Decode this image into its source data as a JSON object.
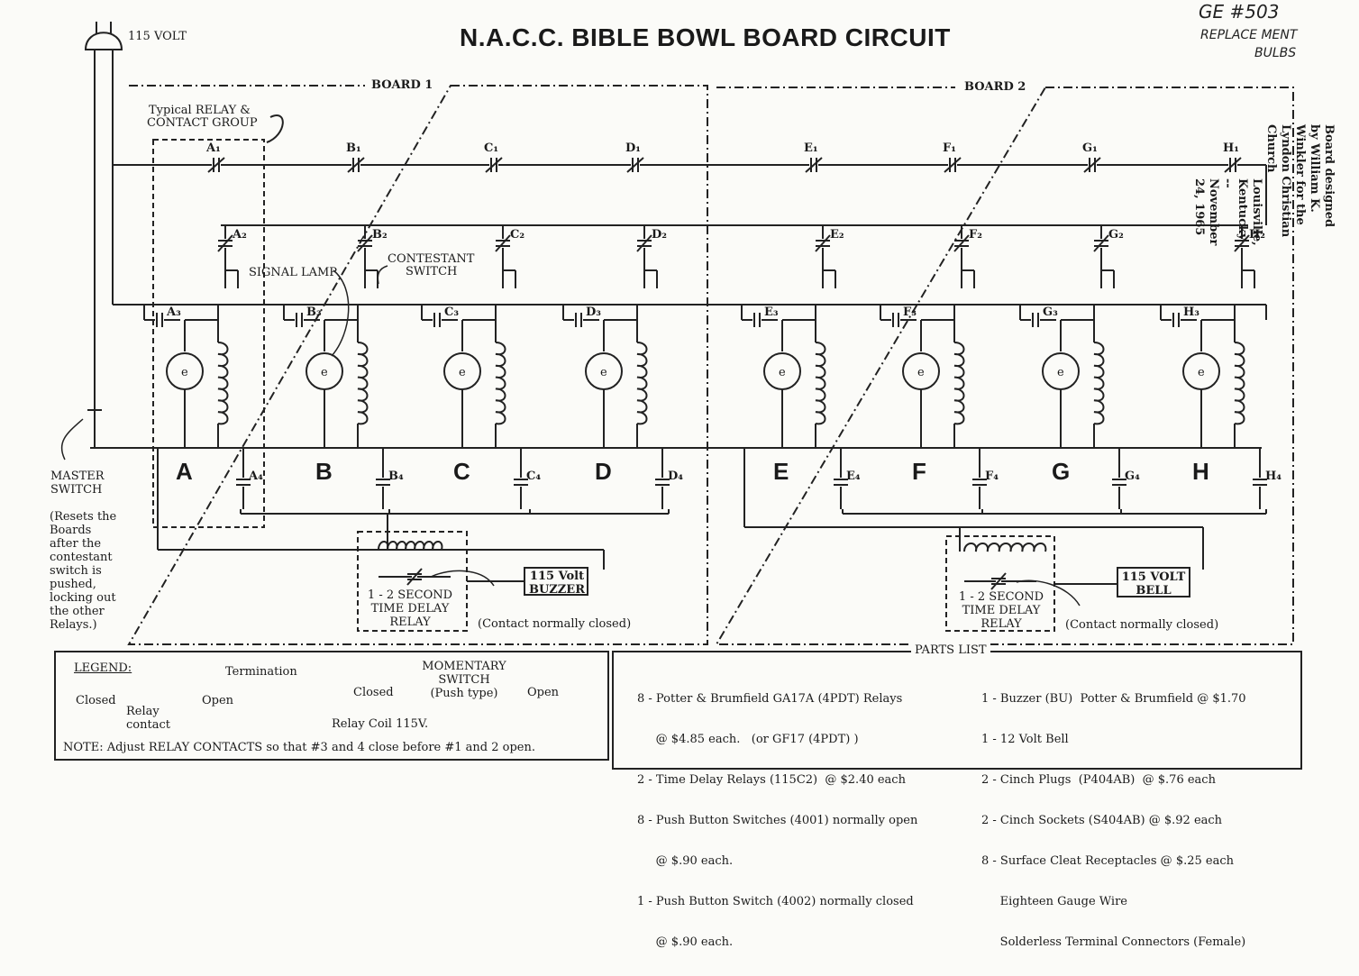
{
  "title": "N.A.C.C. BIBLE BOWL BOARD CIRCUIT",
  "handwritten_note": [
    "GE #503",
    "REPLACE MENT",
    "BULBS"
  ],
  "power_label": "115 VOLT",
  "board1_label": "BOARD 1",
  "board2_label": "BOARD 2",
  "typical_group_label": [
    "Typical RELAY &",
    "CONTACT GROUP"
  ],
  "signal_lamp_label": "SIGNAL LAMP",
  "contestant_switch_label": [
    "CONTESTANT",
    "SWITCH"
  ],
  "master_switch_label": [
    "MASTER",
    "SWITCH"
  ],
  "master_note": [
    "(Resets the",
    "Boards",
    "after the",
    "contestant",
    "switch is",
    "pushed,",
    "locking out",
    "the other",
    "Relays.)"
  ],
  "channels": [
    {
      "letter": "A",
      "c1": "A₁",
      "c2": "A₂",
      "c3": "A₃",
      "c4": "A₄"
    },
    {
      "letter": "B",
      "c1": "B₁",
      "c2": "B₂",
      "c3": "B₃",
      "c4": "B₄"
    },
    {
      "letter": "C",
      "c1": "C₁",
      "c2": "C₂",
      "c3": "C₃",
      "c4": "C₄"
    },
    {
      "letter": "D",
      "c1": "D₁",
      "c2": "D₂",
      "c3": "D₃",
      "c4": "D₄"
    },
    {
      "letter": "E",
      "c1": "E₁",
      "c2": "E₂",
      "c3": "E₃",
      "c4": "E₄"
    },
    {
      "letter": "F",
      "c1": "F₁",
      "c2": "F₂",
      "c3": "F₃",
      "c4": "F₄"
    },
    {
      "letter": "G",
      "c1": "G₁",
      "c2": "G₂",
      "c3": "G₃",
      "c4": "G₄"
    },
    {
      "letter": "H",
      "c1": "H₁",
      "c2": "H₂",
      "c3": "H₃",
      "c4": "H₄"
    }
  ],
  "delay_relay_label": [
    "1 - 2 SECOND",
    "TIME DELAY",
    "RELAY"
  ],
  "contact_note": "(Contact normally closed)",
  "buzzer_label": [
    "115 Volt",
    "BUZZER"
  ],
  "bell_label": [
    "115 VOLT",
    "BELL"
  ],
  "designer_credit": [
    "Board designed by William K. Winkler for the Lyndon Christian Church",
    "Louisville, Kentucky -- November 24, 1965"
  ],
  "legend": {
    "heading": "LEGEND:",
    "termination": "Termination",
    "momentary_switch": [
      "MOMENTARY",
      "SWITCH",
      "(Push type)"
    ],
    "closed": "Closed",
    "open": "Open",
    "relay_contact": [
      "Relay",
      "contact"
    ],
    "relay_coil": "Relay Coil 115V.",
    "note": "NOTE:  Adjust RELAY  CONTACTS so that #3 and 4 close before #1 and 2 open."
  },
  "parts_list": {
    "heading": "PARTS LIST",
    "left": [
      "8 - Potter & Brumfield GA17A (4PDT) Relays",
      "     @ $4.85 each.   (or GF17 (4PDT) )",
      "2 - Time Delay Relays (115C2)  @ $2.40 each",
      "8 - Push Button Switches (4001) normally open",
      "     @ $.90 each.",
      "1 - Push Button Switch (4002) normally closed",
      "     @ $.90 each."
    ],
    "right": [
      "1 - Buzzer (BU)  Potter & Brumfield @ $1.70",
      "1 - 12 Volt Bell",
      "2 - Cinch Plugs  (P404AB)  @ $.76 each",
      "2 - Cinch Sockets (S404AB) @ $.92 each",
      "8 - Surface Cleat Receptacles @ $.25 each",
      "     Eighteen Gauge Wire",
      "     Solderless Terminal Connectors (Female)"
    ]
  }
}
